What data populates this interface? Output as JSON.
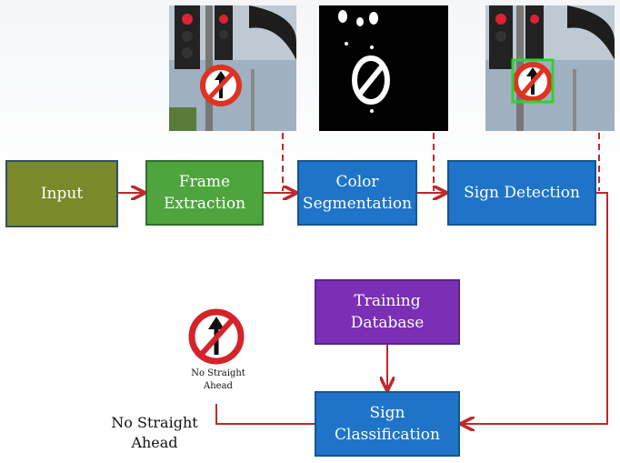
{
  "boxes": {
    "input": "Input",
    "frame_line1": "Frame",
    "frame_line2": "Extraction",
    "color_line1": "Color",
    "color_line2": "Segmentation",
    "detection": "Sign Detection",
    "training": "Training Database",
    "class_line1": "Sign",
    "class_line2": "Classification"
  },
  "sign_card": {
    "line1": "No Straight",
    "line2": "Ahead"
  },
  "output": {
    "line1": "No Straight",
    "line2": "Ahead"
  },
  "colors": {
    "input": "#7a8a2a",
    "frame": "#4ea53e",
    "blue": "#1f74c9",
    "training": "#7a2fb5",
    "arrow": "#c0282a"
  },
  "images": [
    "traffic-light-photo",
    "segmentation-mask",
    "detection-photo",
    "no-straight-ahead-sign"
  ]
}
